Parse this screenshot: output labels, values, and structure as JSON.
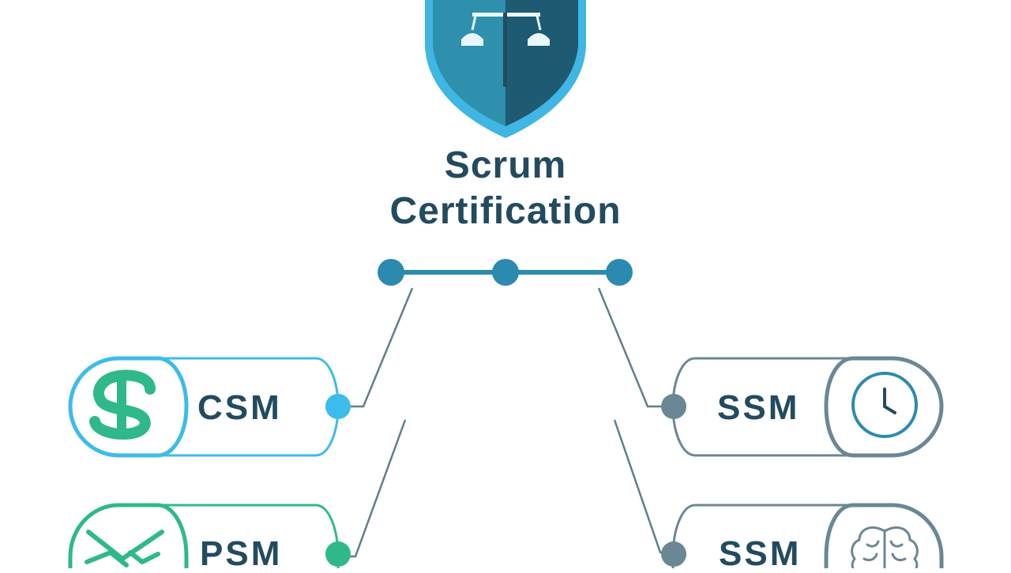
{
  "title": {
    "line1": "Scrum",
    "line2": "Certification"
  },
  "badges": {
    "csm": "CSM",
    "psm": "PSM",
    "ssm_top": "SSM",
    "ssm_bottom": "SSM"
  },
  "colors": {
    "navy": "#234b5f",
    "shield_light": "#2e90ad",
    "shield_dark": "#1e5a72",
    "shield_rim": "#3fb6e3",
    "timeline": "#2c8ab0",
    "csm_accent": "#3cbcea",
    "csm_icon": "#2fb98a",
    "psm_accent": "#2fb98a",
    "ssm_accent": "#6b8793"
  },
  "icons": {
    "shield": "scales-shield-icon",
    "csm": "dollar-icon",
    "psm": "handshake-icon",
    "ssm_top": "clock-icon",
    "ssm_bottom": "brain-icon"
  }
}
